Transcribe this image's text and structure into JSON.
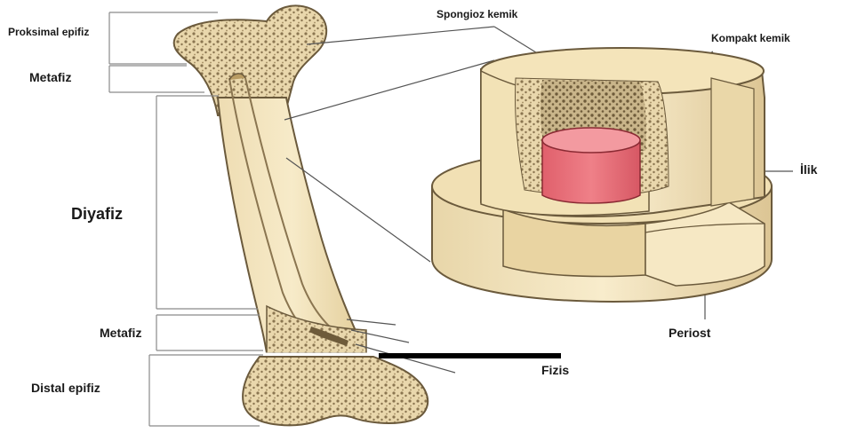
{
  "labels": {
    "proksimal_epifiz": "Proksimal epifiz",
    "metafiz_top": "Metafiz",
    "diyafiz": "Diyafiz",
    "metafiz_bottom": "Metafiz",
    "distal_epifiz": "Distal epifiz",
    "spongioz_kemik": "Spongioz kemik",
    "kompakt_kemik": "Kompakt kemik",
    "ilik": "İlik",
    "periost": "Periost",
    "fizis": "Fizis"
  },
  "colors": {
    "bone_cream": "#f3e3bd",
    "bone_shade": "#e3cf9f",
    "spongy": "#d9c79e",
    "marrow": "#e8707a",
    "marrow_top": "#f39aa0",
    "outline": "#6b5a3c",
    "leader": "#555555",
    "fizis_bar": "#000000"
  }
}
